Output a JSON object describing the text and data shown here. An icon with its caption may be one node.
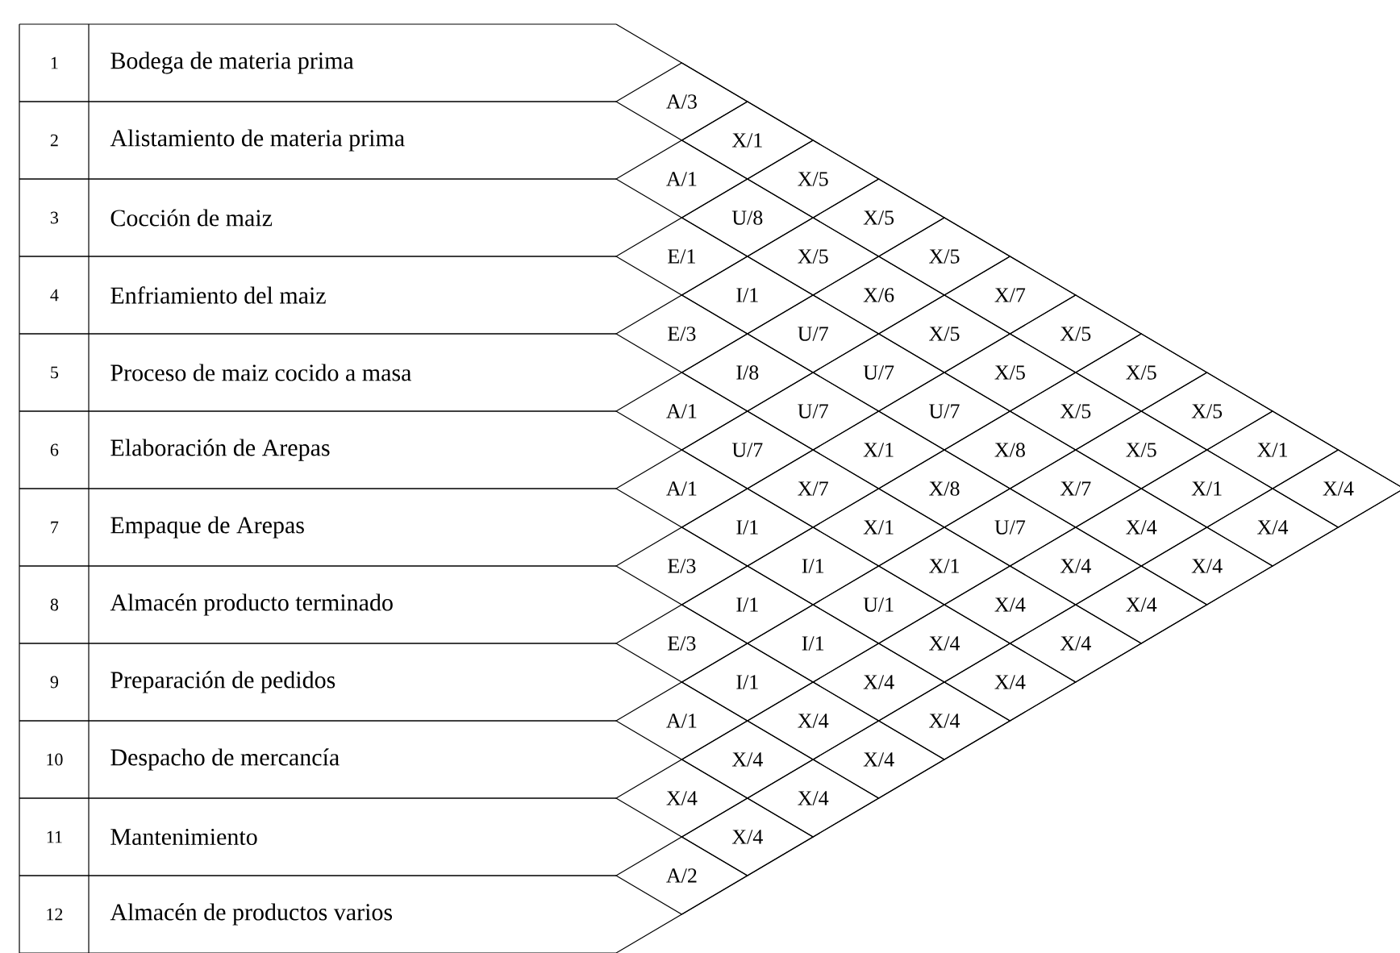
{
  "diagram": {
    "nodes": [
      {
        "text": [
          "1",
          "Bodega de materia prima"
        ]
      },
      {
        "text": [
          "2",
          "Alistamiento de materia prima"
        ]
      },
      {
        "text": [
          "3",
          "Cocción de maiz"
        ]
      },
      {
        "text": [
          "4",
          "Enfriamiento del maiz"
        ]
      },
      {
        "text": [
          "5",
          "Proceso de maiz cocido a masa"
        ]
      },
      {
        "text": [
          "6",
          "Elaboración de Arepas"
        ]
      },
      {
        "text": [
          "7",
          "Empaque de Arepas"
        ]
      },
      {
        "text": [
          "8",
          "Almacén producto terminado"
        ]
      },
      {
        "text": [
          "9",
          "Preparación de pedidos"
        ]
      },
      {
        "text": [
          "10",
          "Despacho de mercancía"
        ]
      },
      {
        "text": [
          "11",
          "Mantenimiento"
        ]
      },
      {
        "text": [
          "12",
          "Almacén de productos varios"
        ]
      },
      {
        "text": [
          "A/3"
        ]
      },
      {
        "text": [
          "A/1"
        ]
      },
      {
        "text": [
          "E/1"
        ]
      },
      {
        "text": [
          "E/3"
        ]
      },
      {
        "text": [
          "A/1"
        ]
      },
      {
        "text": [
          "A/1"
        ]
      },
      {
        "text": [
          "E/3"
        ]
      },
      {
        "text": [
          "E/3"
        ]
      },
      {
        "text": [
          "A/1"
        ]
      },
      {
        "text": [
          "X/4"
        ]
      },
      {
        "text": [
          "A/2"
        ]
      },
      {
        "text": [
          "X/1"
        ]
      },
      {
        "text": [
          "U/8"
        ]
      },
      {
        "text": [
          "I/1"
        ]
      },
      {
        "text": [
          "I/8"
        ]
      },
      {
        "text": [
          "U/7"
        ]
      },
      {
        "text": [
          "I/1"
        ]
      },
      {
        "text": [
          "I/1"
        ]
      },
      {
        "text": [
          "I/1"
        ]
      },
      {
        "text": [
          "X/4"
        ]
      },
      {
        "text": [
          "X/4"
        ]
      },
      {
        "text": [
          "X/5"
        ]
      },
      {
        "text": [
          "X/5"
        ]
      },
      {
        "text": [
          "U/7"
        ]
      },
      {
        "text": [
          "U/7"
        ]
      },
      {
        "text": [
          "X/7"
        ]
      },
      {
        "text": [
          "I/1"
        ]
      },
      {
        "text": [
          "I/1"
        ]
      },
      {
        "text": [
          "X/4"
        ]
      },
      {
        "text": [
          "X/4"
        ]
      },
      {
        "text": [
          "X/5"
        ]
      },
      {
        "text": [
          "X/6"
        ]
      },
      {
        "text": [
          "U/7"
        ]
      },
      {
        "text": [
          "X/1"
        ]
      },
      {
        "text": [
          "X/1"
        ]
      },
      {
        "text": [
          "U/1"
        ]
      },
      {
        "text": [
          "X/4"
        ]
      },
      {
        "text": [
          "X/4"
        ]
      },
      {
        "text": [
          "X/5"
        ]
      },
      {
        "text": [
          "X/5"
        ]
      },
      {
        "text": [
          "U/7"
        ]
      },
      {
        "text": [
          "X/8"
        ]
      },
      {
        "text": [
          "X/1"
        ]
      },
      {
        "text": [
          "X/4"
        ]
      },
      {
        "text": [
          "X/4"
        ]
      },
      {
        "text": [
          "X/7"
        ]
      },
      {
        "text": [
          "X/5"
        ]
      },
      {
        "text": [
          "X/8"
        ]
      },
      {
        "text": [
          "U/7"
        ]
      },
      {
        "text": [
          "X/4"
        ]
      },
      {
        "text": [
          "X/4"
        ]
      },
      {
        "text": [
          "X/5"
        ]
      },
      {
        "text": [
          "X/5"
        ]
      },
      {
        "text": [
          "X/7"
        ]
      },
      {
        "text": [
          "X/4"
        ]
      },
      {
        "text": [
          "X/4"
        ]
      },
      {
        "text": [
          "X/5"
        ]
      },
      {
        "text": [
          "X/5"
        ]
      },
      {
        "text": [
          "X/4"
        ]
      },
      {
        "text": [
          "X/4"
        ]
      },
      {
        "text": [
          "X/5"
        ]
      },
      {
        "text": [
          "X/1"
        ]
      },
      {
        "text": [
          "X/4"
        ]
      },
      {
        "text": [
          "X/1"
        ]
      },
      {
        "text": [
          "X/4"
        ]
      },
      {
        "text": [
          "X/4"
        ]
      }
    ]
  }
}
